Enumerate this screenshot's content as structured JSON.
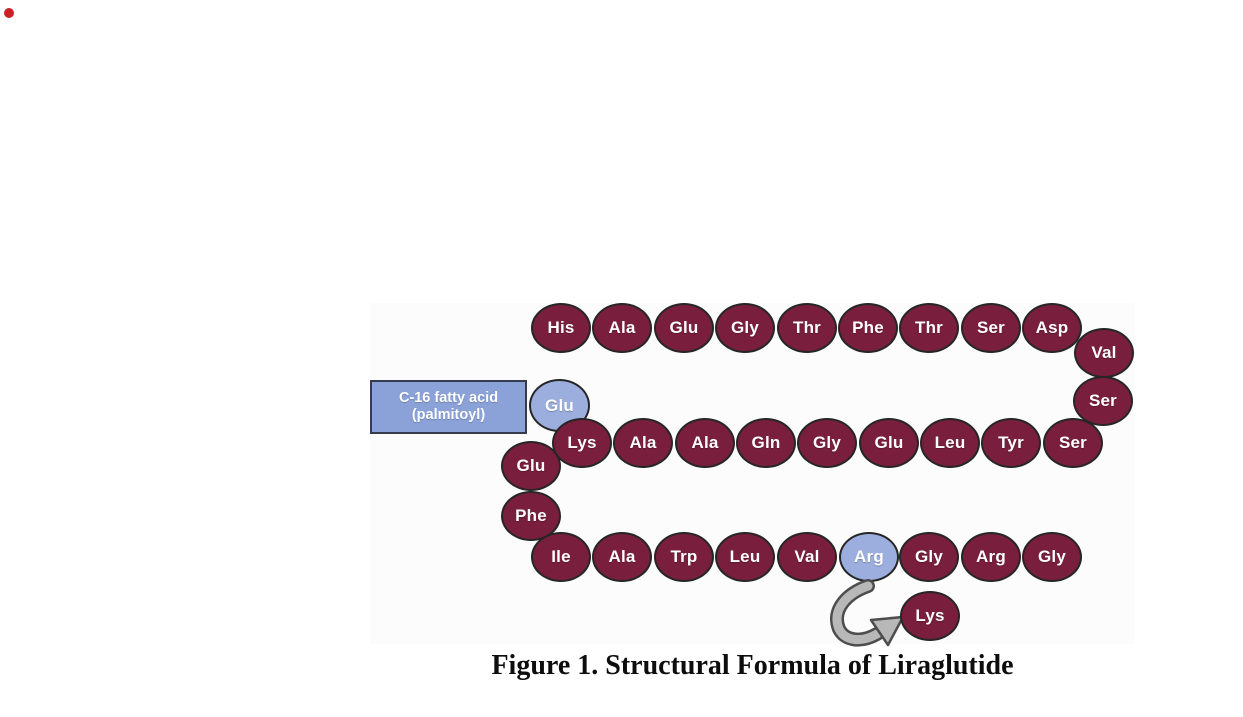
{
  "page": {
    "caption": "Figure 1. Structural Formula of Liraglutide",
    "bullet_color": "#cb2026",
    "background": "#ffffff",
    "figure_background": "#fcfcfc"
  },
  "diagram": {
    "fatty_acid_box": {
      "line1": "C-16 fatty acid",
      "line2": "(palmitoyl)"
    },
    "colors": {
      "residue_fill": "#7a1e3e",
      "modified_fill": "#9baede",
      "box_fill": "#8ba2d8",
      "outline": "#262626",
      "arrow_fill": "#b8b8b8",
      "arrow_outline": "#4d4d4d"
    },
    "icons": {
      "red_bullet": "red-dot",
      "curved_arrow": "curved arrow pointing from Arg to appended Lys"
    },
    "rows": {
      "top": [
        "His",
        "Ala",
        "Glu",
        "Gly",
        "Thr",
        "Phe",
        "Thr",
        "Ser",
        "Asp"
      ],
      "right_column": [
        "Val",
        "Ser"
      ],
      "middle": [
        "Lys",
        "Ala",
        "Ala",
        "Gln",
        "Gly",
        "Glu",
        "Leu",
        "Tyr",
        "Ser"
      ],
      "fatty_acid_linker": "Glu",
      "left_column": [
        "Glu",
        "Phe"
      ],
      "bottom": [
        "Ile",
        "Ala",
        "Trp",
        "Leu",
        "Val",
        "Arg",
        "Gly",
        "Arg",
        "Gly"
      ],
      "appended": "Lys"
    }
  }
}
